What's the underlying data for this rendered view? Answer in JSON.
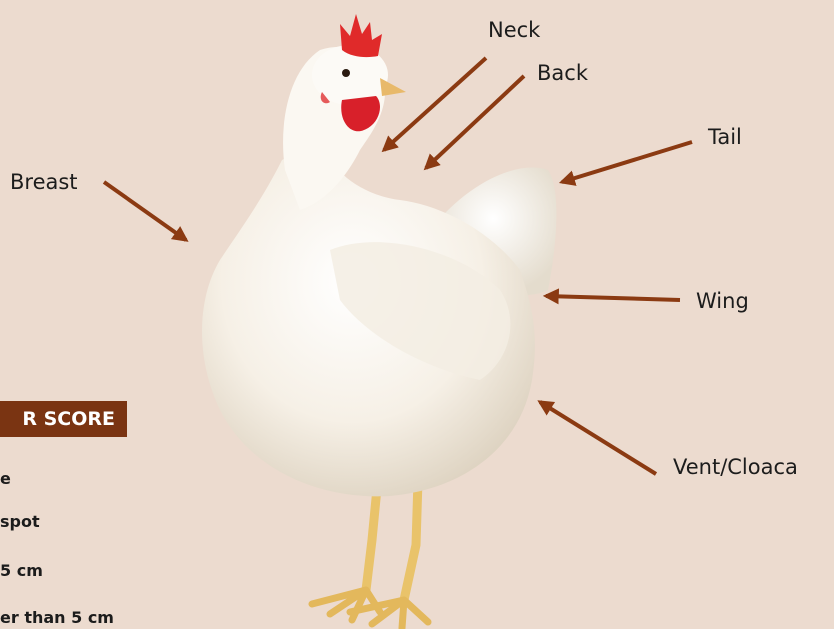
{
  "labels": {
    "neck": "Neck",
    "back": "Back",
    "tail": "Tail",
    "breast": "Breast",
    "wing": "Wing",
    "vent": "Vent/Cloaca"
  },
  "score": {
    "header": "R SCORE",
    "items": [
      "e",
      "spot",
      "5 cm",
      "er than 5 cm"
    ]
  },
  "colors": {
    "background": "#ecdbcf",
    "arrow": "#8b3a12",
    "header_bg": "#7a3412"
  }
}
